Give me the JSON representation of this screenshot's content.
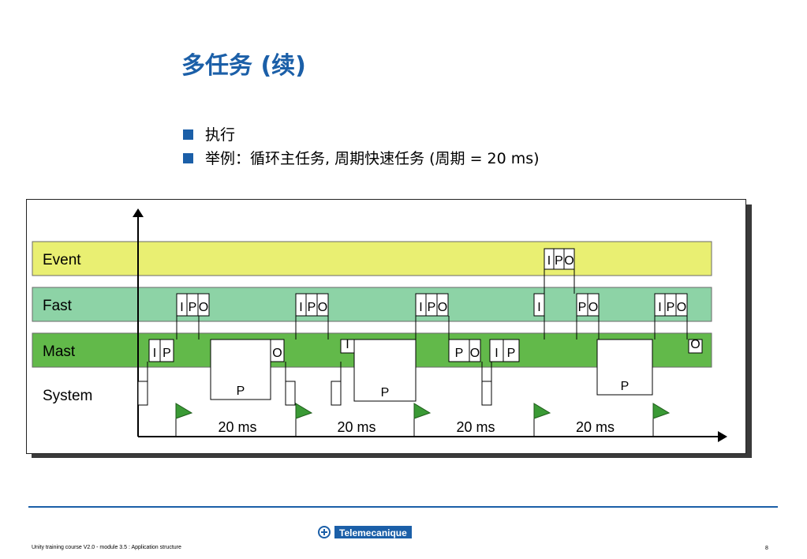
{
  "slide": {
    "title": "多任务 (续)",
    "bullets": [
      "执行",
      "举例：循环主任务, 周期快速任务 (周期 = 20 ms)"
    ]
  },
  "diagram": {
    "rows": [
      {
        "label": "Event",
        "color": "#e9ef72"
      },
      {
        "label": "Fast",
        "color": "#8dd3a6"
      },
      {
        "label": "Mast",
        "color": "#62b94a"
      },
      {
        "label": "System",
        "color": "#ffffff"
      }
    ],
    "period_label": "20 ms",
    "period_count": 4,
    "flag_color": "#3a9a35",
    "box_labels": {
      "input": "I",
      "process": "P",
      "output": "O"
    }
  },
  "footer": {
    "brand": "Telemecanique",
    "course": "Unity training course V2.0 - module 3.5 : Application structure",
    "page": "8"
  }
}
